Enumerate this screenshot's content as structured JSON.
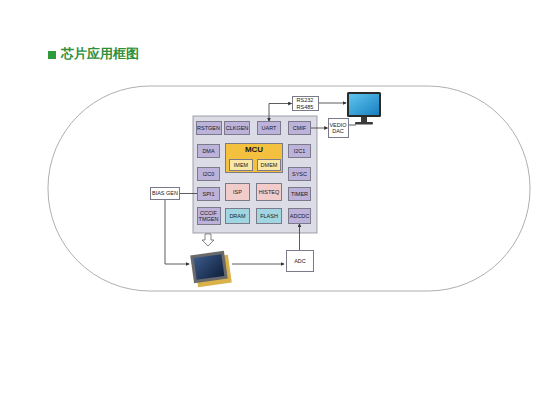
{
  "diagram": {
    "title": "芯片应用框图",
    "nodes": [
      {
        "text": [
          "RSTGEN"
        ]
      },
      {
        "text": [
          "CLKGEN"
        ]
      },
      {
        "text": [
          "UART"
        ]
      },
      {
        "text": [
          "CMIF"
        ]
      },
      {
        "text": [
          "DMA"
        ]
      },
      {
        "text": [
          "MCU"
        ]
      },
      {
        "text": [
          "IMEM"
        ],
        "in": 5
      },
      {
        "text": [
          "DMEM"
        ],
        "in": 5
      },
      {
        "text": [
          "I2C1"
        ]
      },
      {
        "text": [
          "I2C0"
        ]
      },
      {
        "text": [
          "SYSC"
        ]
      },
      {
        "text": [
          "SPI1"
        ]
      },
      {
        "text": [
          "ISP"
        ]
      },
      {
        "text": [
          "HISTEQ"
        ]
      },
      {
        "text": [
          "TIMER"
        ]
      },
      {
        "text": [
          "CCCIF TMGEN"
        ]
      },
      {
        "text": [
          "DRAM"
        ]
      },
      {
        "text": [
          "FLASH"
        ]
      },
      {
        "text": [
          "ADCDC"
        ]
      },
      {
        "text": [
          "BIAS GEN"
        ]
      },
      {
        "text": [
          "RS232 RS485"
        ]
      },
      {
        "text": [
          "VEDIO DAC"
        ]
      },
      {
        "text": [
          "ADC"
        ]
      }
    ],
    "edges": [
      {
        "from": 2,
        "to": 20,
        "arrow": "both"
      },
      {
        "from": 3,
        "to": 21,
        "arrow": "to"
      },
      {
        "from": 11,
        "to": 19,
        "arrow": "none"
      },
      {
        "from": 22,
        "to": 18,
        "arrow": "to"
      }
    ]
  }
}
